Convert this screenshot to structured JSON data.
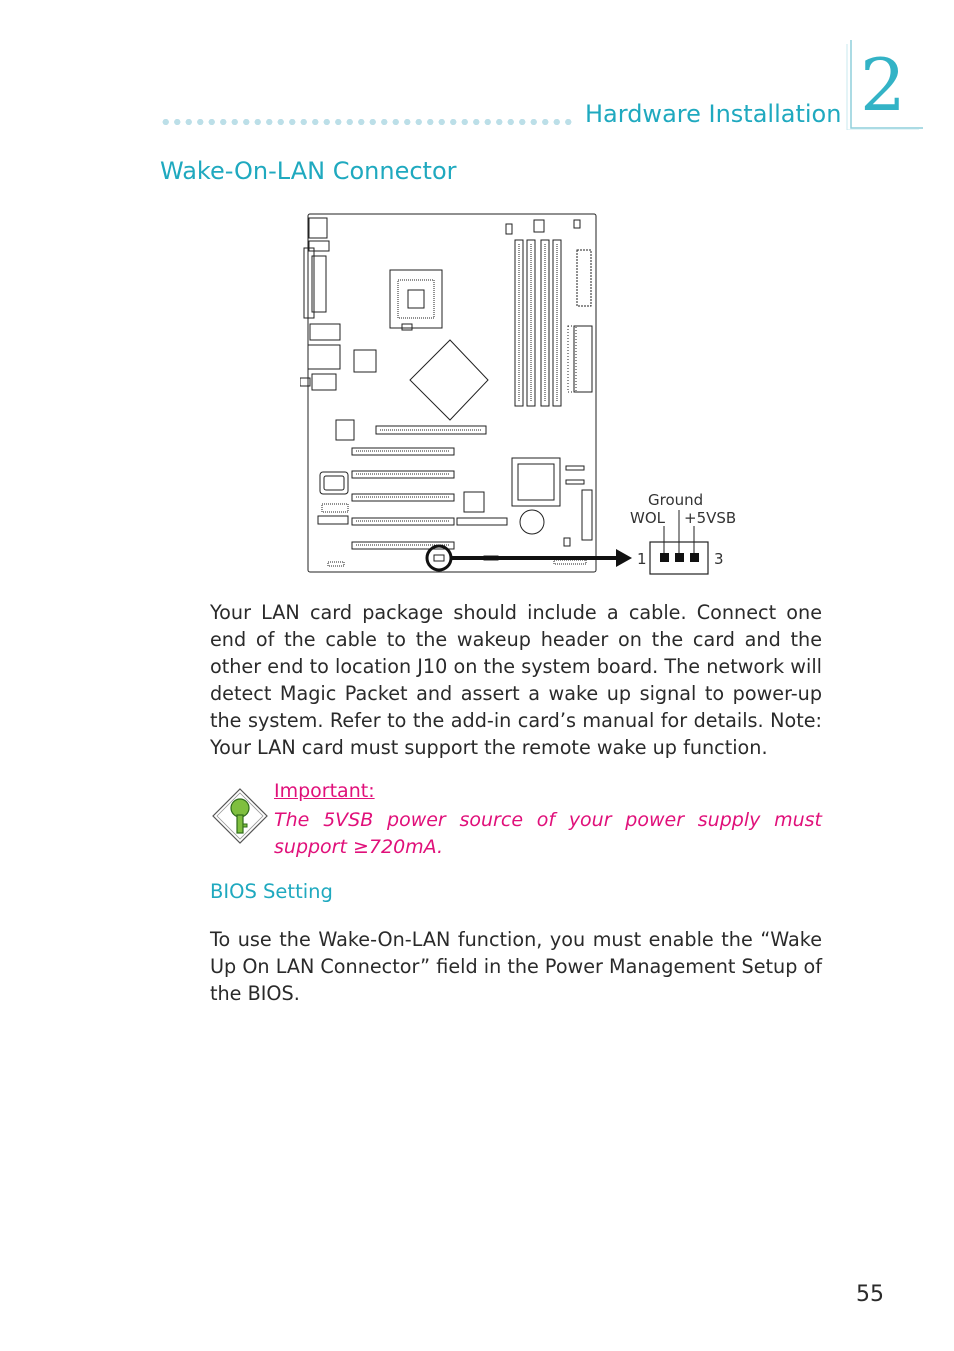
{
  "header": {
    "section_title": "Hardware  Installation",
    "chapter_number": "2"
  },
  "page": {
    "heading": "Wake-On-LAN Connector",
    "paragraph1": "Your LAN card package should include a cable. Connect one end of the cable to the wakeup header on the card and the other end to location J10 on the system board. The network will detect Magic Packet and assert a wake up signal to power-up the system. Refer to the add-in card’s manual for details. Note: Your LAN card must support the remote wake up function.",
    "important": {
      "title": "Important:",
      "text": "The 5VSB power source of your power supply must support ≥720mA."
    },
    "subheading": "BIOS Setting",
    "paragraph2": "To use the Wake-On-LAN function, you must enable the “Wake Up On LAN Connector” field in the Power Management Setup of the BIOS.",
    "page_number": "55"
  },
  "diagram": {
    "labels": {
      "ground": "Ground",
      "wol": "WOL",
      "vsb": "+5VSB",
      "pin1": "1",
      "pin3": "3"
    }
  },
  "colors": {
    "accent": "#1fa9bf",
    "important": "#e0107a",
    "icon_green": "#7fbf3f"
  }
}
